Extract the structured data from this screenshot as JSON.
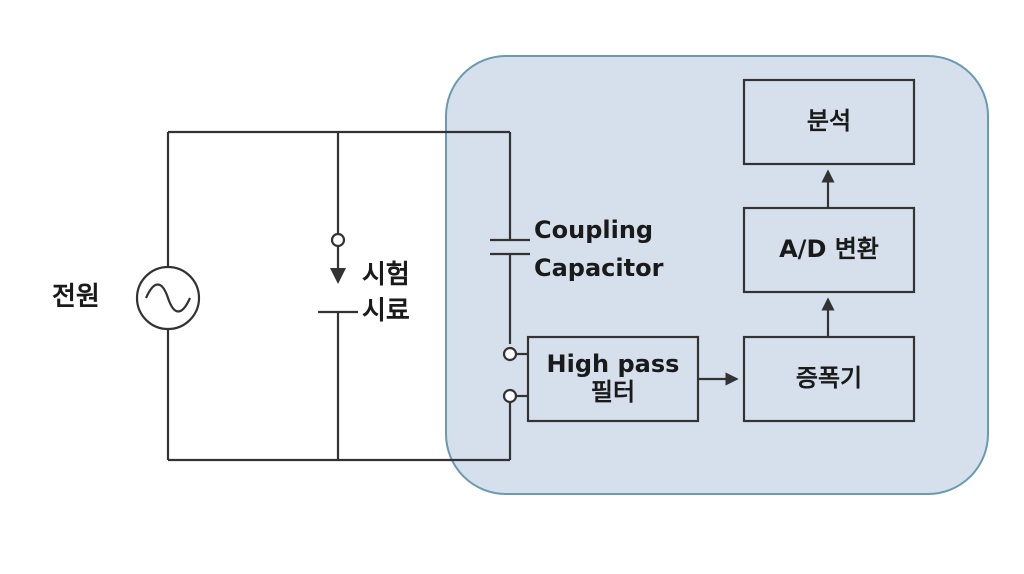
{
  "colors": {
    "panel_fill": "#d6e0ec",
    "panel_stroke": "#6a9ab0",
    "line": "#333333"
  },
  "icons": {
    "source": "ac-source-icon",
    "arrow": "arrow-icon",
    "terminal": "terminal-icon",
    "capacitor": "capacitor-icon"
  },
  "labels": {
    "power": "전원",
    "sample_line1": "시험",
    "sample_line2": "시료",
    "capacitor_line1": "Coupling",
    "capacitor_line2": "Capacitor"
  },
  "blocks": {
    "highpass_line1": "High pass",
    "highpass_line2": "필터",
    "amplifier": "증폭기",
    "adc": "A/D 변환",
    "analysis": "분석"
  }
}
